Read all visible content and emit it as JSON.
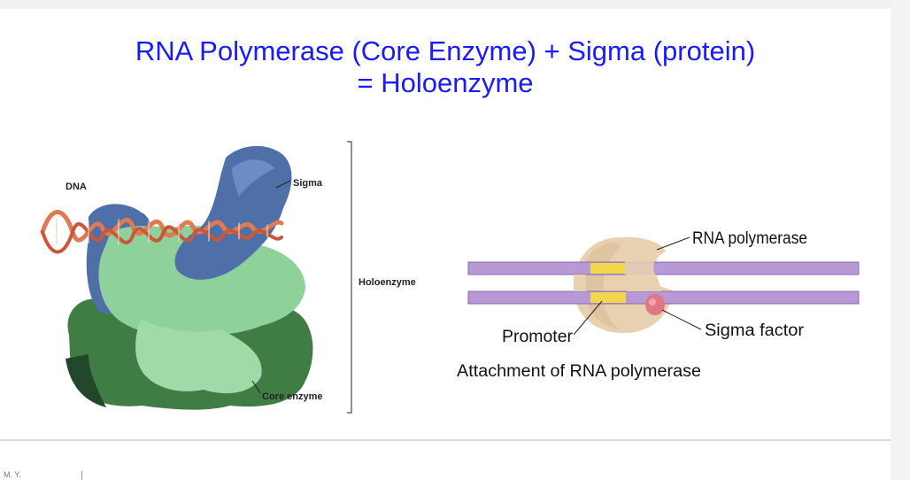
{
  "title": {
    "line1": "RNA Polymerase (Core Enzyme) + Sigma (protein)",
    "line2": "= Holoenzyme"
  },
  "structure_figure": {
    "labels": {
      "dna": "DNA",
      "sigma": "Sigma",
      "holoenzyme": "Holoenzyme",
      "core_enzyme": "Core enzyme"
    }
  },
  "attachment_figure": {
    "labels": {
      "rna_polymerase": "RNA polymerase",
      "promoter": "Promoter",
      "sigma_factor": "Sigma factor",
      "caption": "Attachment of RNA polymerase"
    }
  },
  "footer": {
    "text": "M. Y."
  },
  "colors": {
    "title": "#1a1aff",
    "core_enzyme_light": "#8fd19a",
    "core_enzyme_dark": "#3f7d45",
    "sigma_blue": "#4f6fa8",
    "dna_orange": "#e07a50",
    "dna_strand": "#b799d6",
    "promoter_yellow": "#f2d64b",
    "polymerase_tan": "#e8d1b1",
    "sigma_factor_pink": "#e07585"
  }
}
